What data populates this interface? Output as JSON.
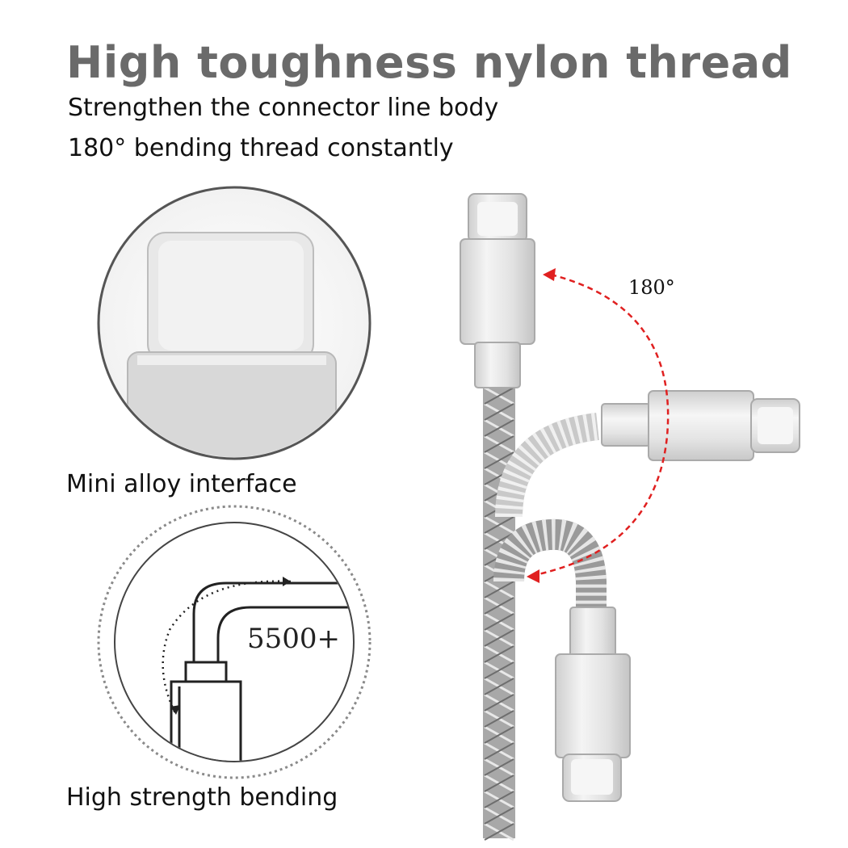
{
  "header": {
    "title": "High toughness nylon thread",
    "subtitle_1": "Strengthen the connector line body",
    "subtitle_2": "180° bending thread constantly"
  },
  "features": {
    "interface_caption": "Mini alloy interface",
    "bending_caption": "High strength bending",
    "bend_count_label": "5500+"
  },
  "cable": {
    "bend_angle_label": "180°"
  },
  "colors": {
    "title": "#6a6a6a",
    "text": "#111111",
    "arrow": "#e02020",
    "connector": "#d9d9d9"
  }
}
